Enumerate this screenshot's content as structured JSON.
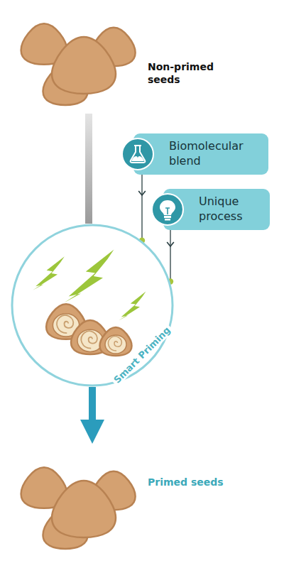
{
  "diagram": {
    "nodes": [
      {
        "text": [
          "Non-primed seeds"
        ]
      },
      {
        "text": [
          "Biomolecular blend"
        ]
      },
      {
        "text": [
          "Unique process"
        ]
      },
      {
        "text": [
          "Smart Priming"
        ]
      },
      {
        "text": [
          "Primed seeds"
        ]
      }
    ],
    "edges": [
      {
        "from": 0,
        "to": 3,
        "arrow": "none"
      },
      {
        "from": 1,
        "to": 3,
        "arrow": "to"
      },
      {
        "from": 2,
        "to": 3,
        "arrow": "to"
      },
      {
        "from": 3,
        "to": 4,
        "arrow": "to"
      }
    ]
  }
}
